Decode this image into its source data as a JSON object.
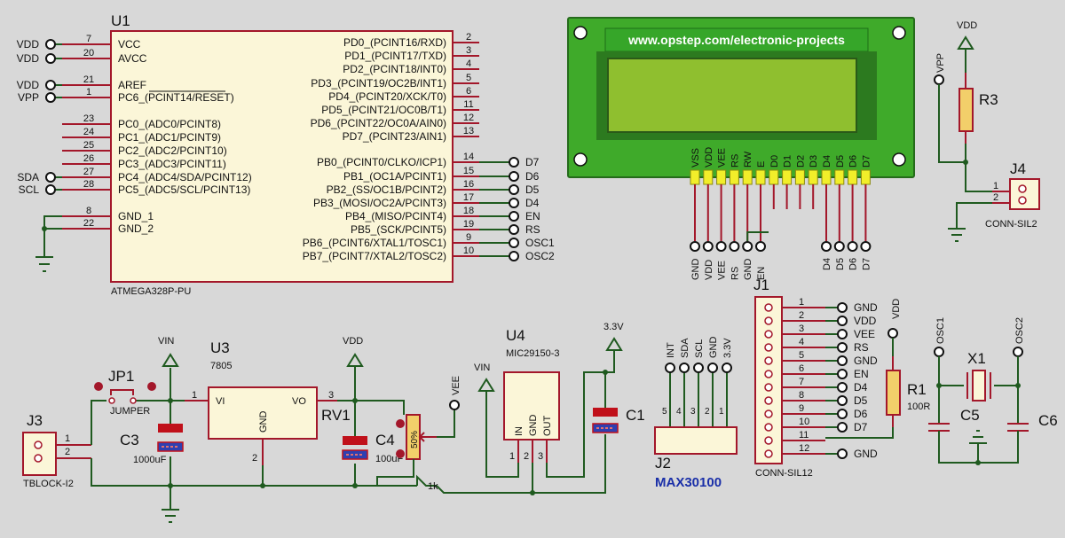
{
  "colors": {
    "background": "#d8d8d8",
    "wire": "#1f5a1f",
    "pin": "#a3172a",
    "body_fill": "#fbf6d8",
    "lcd_board": "#3faa2a",
    "lcd_screen": "#8fbf2f",
    "lcd_pad": "#f2ee2a",
    "label_blue": "#1a2fa8"
  },
  "u1": {
    "ref": "U1",
    "part": "ATMEGA328P-PU",
    "left_pins": [
      {
        "net": "VDD",
        "num": "7",
        "name": "VCC"
      },
      {
        "net": "VDD",
        "num": "20",
        "name": "AVCC"
      },
      {
        "net": "VDD",
        "num": "21",
        "name": "AREF"
      },
      {
        "net": "VPP",
        "num": "1",
        "name": "PC6_(PCINT14/RESET)"
      },
      {
        "net": "",
        "num": "23",
        "name": "PC0_(ADC0/PCINT8)"
      },
      {
        "net": "",
        "num": "24",
        "name": "PC1_(ADC1/PCINT9)"
      },
      {
        "net": "",
        "num": "25",
        "name": "PC2_(ADC2/PCINT10)"
      },
      {
        "net": "",
        "num": "26",
        "name": "PC3_(ADC3/PCINT11)"
      },
      {
        "net": "SDA",
        "num": "27",
        "name": "PC4_(ADC4/SDA/PCINT12)"
      },
      {
        "net": "SCL",
        "num": "28",
        "name": "PC5_(ADC5/SCL/PCINT13)"
      },
      {
        "net": "",
        "num": "8",
        "name": "GND_1"
      },
      {
        "net": "",
        "num": "22",
        "name": "GND_2"
      }
    ],
    "right_pins": [
      {
        "net": "",
        "num": "2",
        "name": "PD0_(PCINT16/RXD)"
      },
      {
        "net": "",
        "num": "3",
        "name": "PD1_(PCINT17/TXD)"
      },
      {
        "net": "",
        "num": "4",
        "name": "PD2_(PCINT18/INT0)"
      },
      {
        "net": "",
        "num": "5",
        "name": "PD3_(PCINT19/OC2B/INT1)"
      },
      {
        "net": "",
        "num": "6",
        "name": "PD4_(PCINT20/XCK/T0)"
      },
      {
        "net": "",
        "num": "11",
        "name": "PD5_(PCINT21/OC0B/T1)"
      },
      {
        "net": "",
        "num": "12",
        "name": "PD6_(PCINT22/OC0A/AIN0)"
      },
      {
        "net": "",
        "num": "13",
        "name": "PD7_(PCINT23/AIN1)"
      },
      {
        "net": "D7",
        "num": "14",
        "name": "PB0_(PCINT0/CLKO/ICP1)"
      },
      {
        "net": "D6",
        "num": "15",
        "name": "PB1_(OC1A/PCINT1)"
      },
      {
        "net": "D5",
        "num": "16",
        "name": "PB2_(SS/OC1B/PCINT2)"
      },
      {
        "net": "D4",
        "num": "17",
        "name": "PB3_(MOSI/OC2A/PCINT3)"
      },
      {
        "net": "EN",
        "num": "18",
        "name": "PB4_(MISO/PCINT4)"
      },
      {
        "net": "RS",
        "num": "19",
        "name": "PB5_(SCK/PCINT5)"
      },
      {
        "net": "OSC1",
        "num": "9",
        "name": "PB6_(PCINT6/XTAL1/TOSC1)"
      },
      {
        "net": "OSC2",
        "num": "10",
        "name": "PB7_(PCINT7/XTAL2/TOSC2)"
      }
    ]
  },
  "lcd": {
    "banner": "www.opstep.com/electronic-projects",
    "pins": [
      "VSS",
      "VDD",
      "VEE",
      "RS",
      "RW",
      "E",
      "D0",
      "D1",
      "D2",
      "D3",
      "D4",
      "D5",
      "D6",
      "D7"
    ],
    "terminals_left": [
      "GND",
      "VDD",
      "VEE",
      "RS",
      "GND",
      "EN"
    ],
    "terminals_right": [
      "D4",
      "D5",
      "D6",
      "D7"
    ]
  },
  "r3": {
    "ref": "R3",
    "vpp": "VPP",
    "vdd": "VDD"
  },
  "j4": {
    "ref": "J4",
    "part": "CONN-SIL2",
    "pin1": "1",
    "pin2": "2"
  },
  "j3": {
    "ref": "J3",
    "part": "TBLOCK-I2",
    "pin1": "1",
    "pin2": "2"
  },
  "jp1": {
    "ref": "JP1",
    "part": "JUMPER"
  },
  "c3": {
    "ref": "C3",
    "value": "1000uF"
  },
  "u3": {
    "ref": "U3",
    "part": "7805",
    "vin_label": "VIN",
    "vdd_label": "VDD",
    "vi": "VI",
    "vo": "VO",
    "gnd": "GND",
    "pin1": "1",
    "pin2": "2",
    "pin3": "3"
  },
  "rv1": {
    "ref": "RV1",
    "value": "1k",
    "percent": "50%"
  },
  "c4": {
    "ref": "C4",
    "value": "100uF"
  },
  "vee_label": "VEE",
  "u4": {
    "ref": "U4",
    "part": "MIC29150-3",
    "vin_label": "VIN",
    "v33_label": "3.3V",
    "in": "IN",
    "gnd": "GND",
    "out": "OUT",
    "pin1": "1",
    "pin2": "2",
    "pin3": "3"
  },
  "c1": {
    "ref": "C1"
  },
  "j2": {
    "ref": "J2",
    "part": "MAX30100",
    "pins": [
      {
        "net": "INT",
        "num": "5"
      },
      {
        "net": "SDA",
        "num": "4"
      },
      {
        "net": "SCL",
        "num": "3"
      },
      {
        "net": "GND",
        "num": "2"
      },
      {
        "net": "3.3V",
        "num": "1"
      }
    ]
  },
  "j1": {
    "ref": "J1",
    "part": "CONN-SIL12",
    "pins": [
      {
        "num": "1",
        "net": "GND"
      },
      {
        "num": "2",
        "net": "VDD"
      },
      {
        "num": "3",
        "net": "VEE"
      },
      {
        "num": "4",
        "net": "RS"
      },
      {
        "num": "5",
        "net": "GND"
      },
      {
        "num": "6",
        "net": "EN"
      },
      {
        "num": "7",
        "net": "D4"
      },
      {
        "num": "8",
        "net": "D5"
      },
      {
        "num": "9",
        "net": "D6"
      },
      {
        "num": "10",
        "net": "D7"
      },
      {
        "num": "11",
        "net": ""
      },
      {
        "num": "12",
        "net": "GND"
      }
    ]
  },
  "r1": {
    "ref": "R1",
    "value": "100R",
    "vdd": "VDD"
  },
  "x1": {
    "ref": "X1",
    "osc1": "OSC1",
    "osc2": "OSC2"
  },
  "c5": {
    "ref": "C5"
  },
  "c6": {
    "ref": "C6"
  }
}
